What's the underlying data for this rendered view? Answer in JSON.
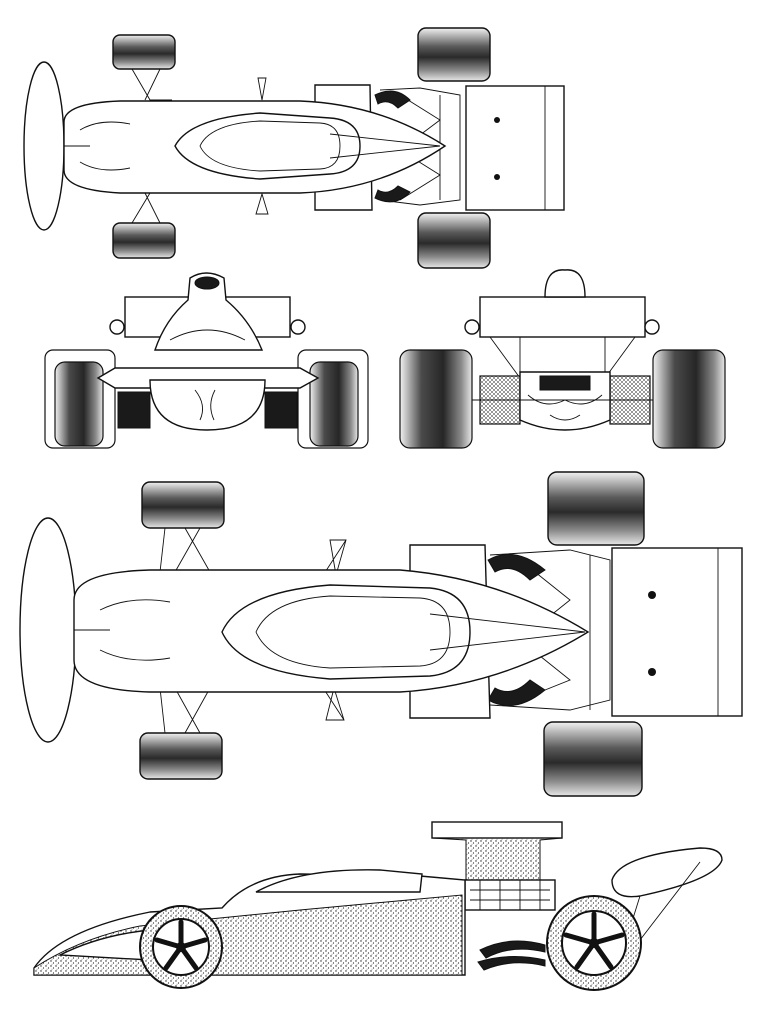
{
  "drawing": {
    "views": [
      "top-view",
      "front-view",
      "rear-view",
      "top-view-large",
      "side-view"
    ]
  }
}
